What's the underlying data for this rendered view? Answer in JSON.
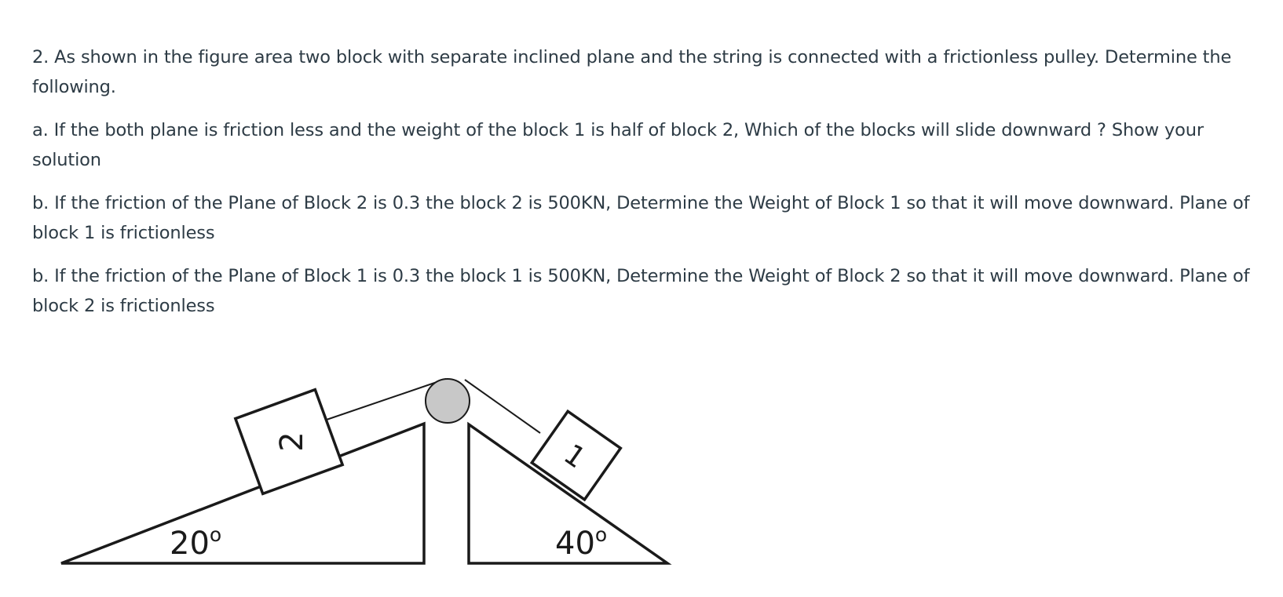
{
  "question": {
    "intro": "2. As shown in the figure area two block with separate inclined plane and the string is connected with a frictionless pulley. Determine the following.",
    "part_a": "a. If the both plane is friction less and the weight of the block 1 is half of block 2, Which of the blocks will slide downward ? Show your solution",
    "part_b1": "b. If the friction of the Plane of Block 2 is 0.3 the block 2 is 500KN, Determine the Weight of Block 1 so that it will move downward. Plane of block 1 is frictionless",
    "part_b2": "b. If the friction of the Plane of Block 1  is 0.3 the block 1 is 500KN, Determine the Weight of Block 2 so that it will move downward. Plane of block 2 is frictionless"
  },
  "figure": {
    "block_left_label": "2",
    "block_right_label": "1",
    "angle_left_label": "20",
    "angle_left_unit": "o",
    "angle_right_label": "40",
    "angle_right_unit": "o",
    "colors": {
      "stroke": "#1a1a1a",
      "pulley_fill": "#c8c8c8"
    }
  }
}
